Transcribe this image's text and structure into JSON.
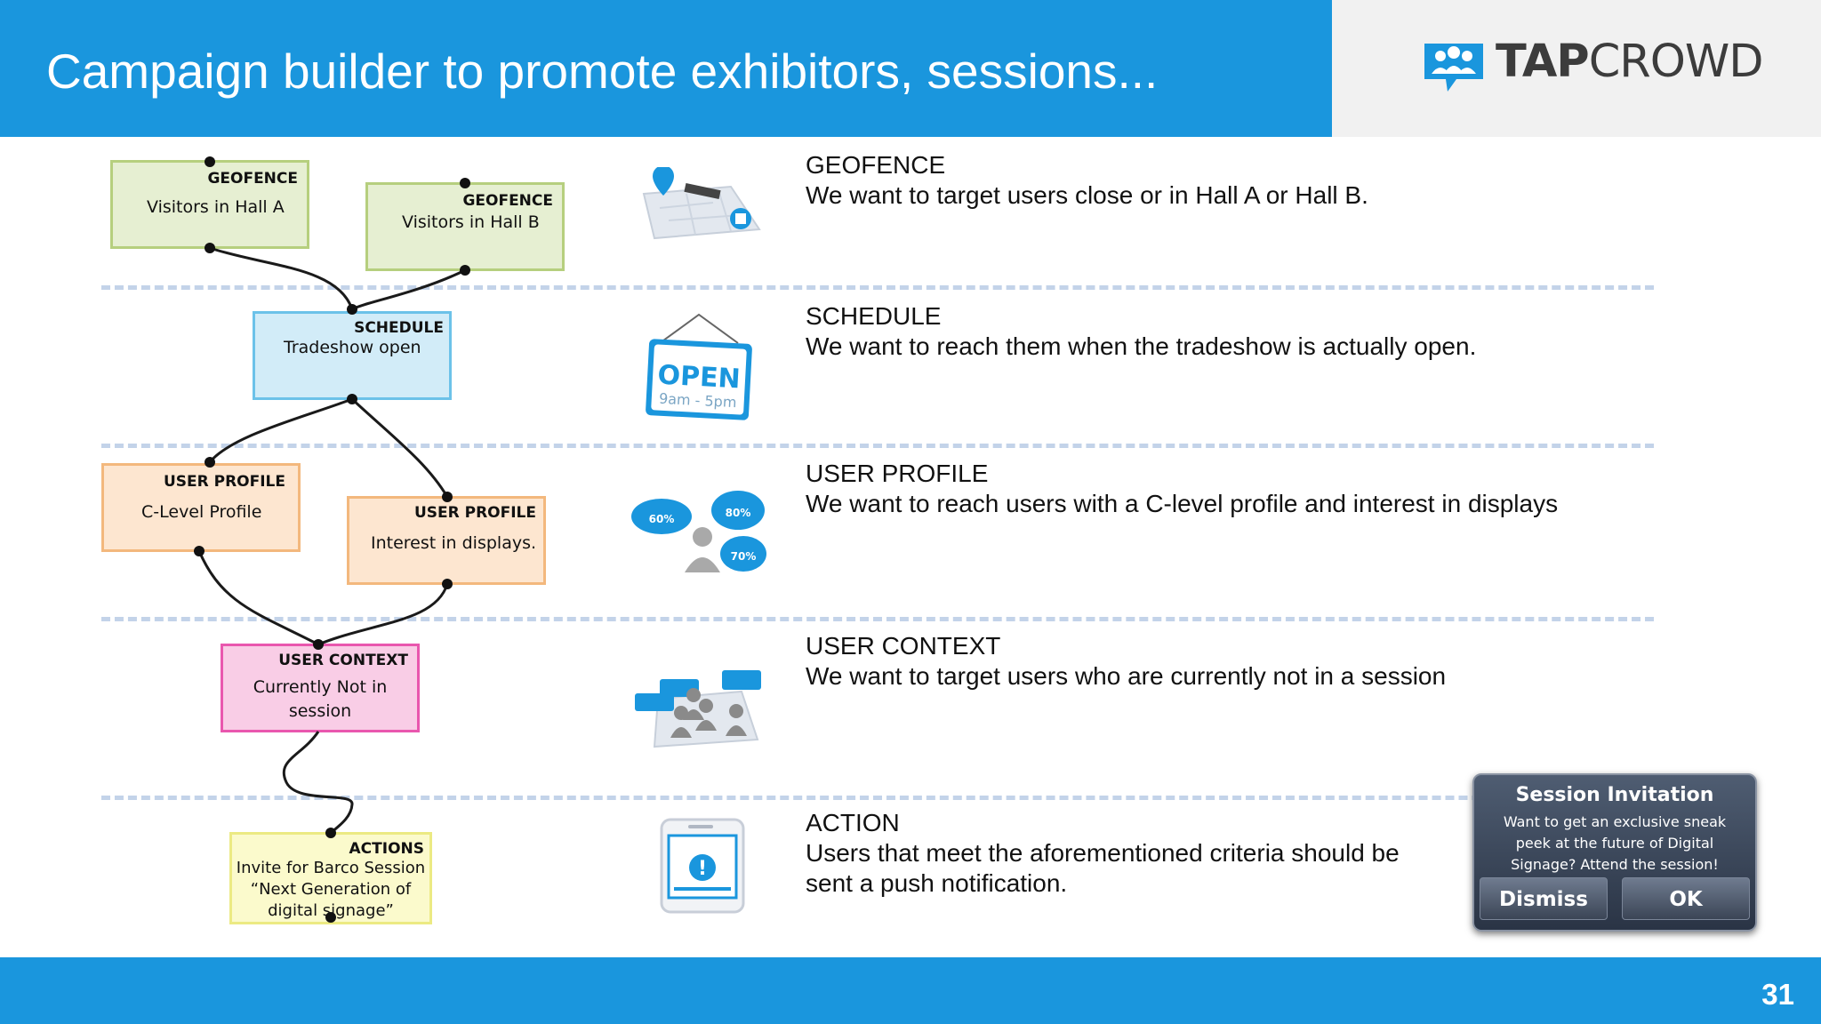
{
  "slide": {
    "title": "Campaign builder to promote exhibitors, sessions...",
    "page_number": "31"
  },
  "logo": {
    "text_bold": "TAP",
    "text_light": "CROWD"
  },
  "colors": {
    "header_blue": "#1a96dd",
    "geofence_box": "#e6efd2",
    "schedule_box": "#d2ecf8",
    "user_profile_box": "#fde6d0",
    "user_context_box": "#f9cde6",
    "actions_box": "#fbfacc"
  },
  "flow": {
    "geofence_a": {
      "tag": "GEOFENCE",
      "text": "Visitors in Hall A"
    },
    "geofence_b": {
      "tag": "GEOFENCE",
      "text": "Visitors in Hall B"
    },
    "schedule": {
      "tag": "SCHEDULE",
      "text": "Tradeshow open"
    },
    "profile_a": {
      "tag": "USER PROFILE",
      "text": "C-Level Profile"
    },
    "profile_b": {
      "tag": "USER PROFILE",
      "text": "Interest in displays."
    },
    "context": {
      "tag": "USER CONTEXT",
      "line1": "Currently Not in",
      "line2": "session"
    },
    "actions": {
      "tag": "ACTIONS",
      "line1": "Invite for Barco Session",
      "line2": "“Next Generation of",
      "line3": "digital signage”"
    }
  },
  "sections": [
    {
      "title": "GEOFENCE",
      "desc": "We want to target users close or in Hall A or Hall B.",
      "icon": "map-pin-icon"
    },
    {
      "title": "SCHEDULE",
      "desc": "We want to reach them when the tradeshow is actually open.",
      "icon": "open-sign-icon",
      "sign_main": "OPEN",
      "sign_hours": "9am - 5pm"
    },
    {
      "title": "USER PROFILE",
      "desc": "We want to reach users with a C-level profile and interest in displays",
      "icon": "user-profile-bubbles-icon",
      "bubble_values": [
        "60%",
        "80%",
        "70%"
      ]
    },
    {
      "title": "USER CONTEXT",
      "desc": "We want to target users who are currently not in a session",
      "icon": "user-context-icon"
    },
    {
      "title": "ACTION",
      "desc_line1": "Users that meet the aforementioned criteria should be",
      "desc_line2": "sent a push notification.",
      "icon": "phone-alert-icon",
      "alert_glyph": "!"
    }
  ],
  "popup": {
    "title": "Session Invitation",
    "body_line1": "Want to get an exclusive sneak",
    "body_line2": "peek at the future of Digital",
    "body_line3": "Signage? Attend the session!",
    "dismiss": "Dismiss",
    "ok": "OK"
  }
}
